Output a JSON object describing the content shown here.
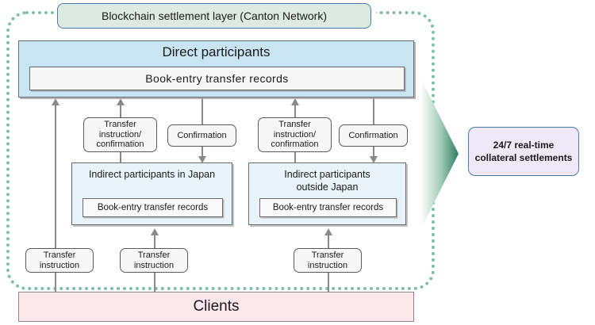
{
  "diagram": {
    "title": "Blockchain settlement layer (Canton Network)",
    "enclosure_label": "blockchain-settlement-zone",
    "direct": {
      "title": "Direct participants",
      "records_label": "Book-entry transfer records"
    },
    "indirect_japan": {
      "title": "Indirect participants in Japan",
      "records_label": "Book-entry transfer records"
    },
    "indirect_outside": {
      "title_line1": "Indirect participants",
      "title_line2": "outside Japan",
      "title": "Indirect participants outside Japan",
      "records_label": "Book-entry transfer records"
    },
    "pills": {
      "transfer_instruction_confirmation_line1": "Transfer",
      "transfer_instruction_confirmation_line2": "instruction/",
      "transfer_instruction_confirmation_line3": "confirmation",
      "confirmation": "Confirmation",
      "transfer_instruction_line1": "Transfer",
      "transfer_instruction_line2": "instruction"
    },
    "clients": {
      "label": "Clients"
    },
    "outcome": {
      "line1": "24/7 real-time",
      "line2": "collateral settlements"
    },
    "colors": {
      "zone_border": "#7fbfa3",
      "header_fill": "#dceae1",
      "header_border": "#4a7ba8",
      "direct_fill": "#c9e4f2",
      "indirect_fill": "#e8f4fa",
      "clients_fill": "#fbe7ec",
      "outcome_fill": "#efe8f7",
      "outcome_border": "#4a7ba8",
      "connector": "#8a8a8a",
      "arrow_green": "#2f7d62"
    }
  }
}
